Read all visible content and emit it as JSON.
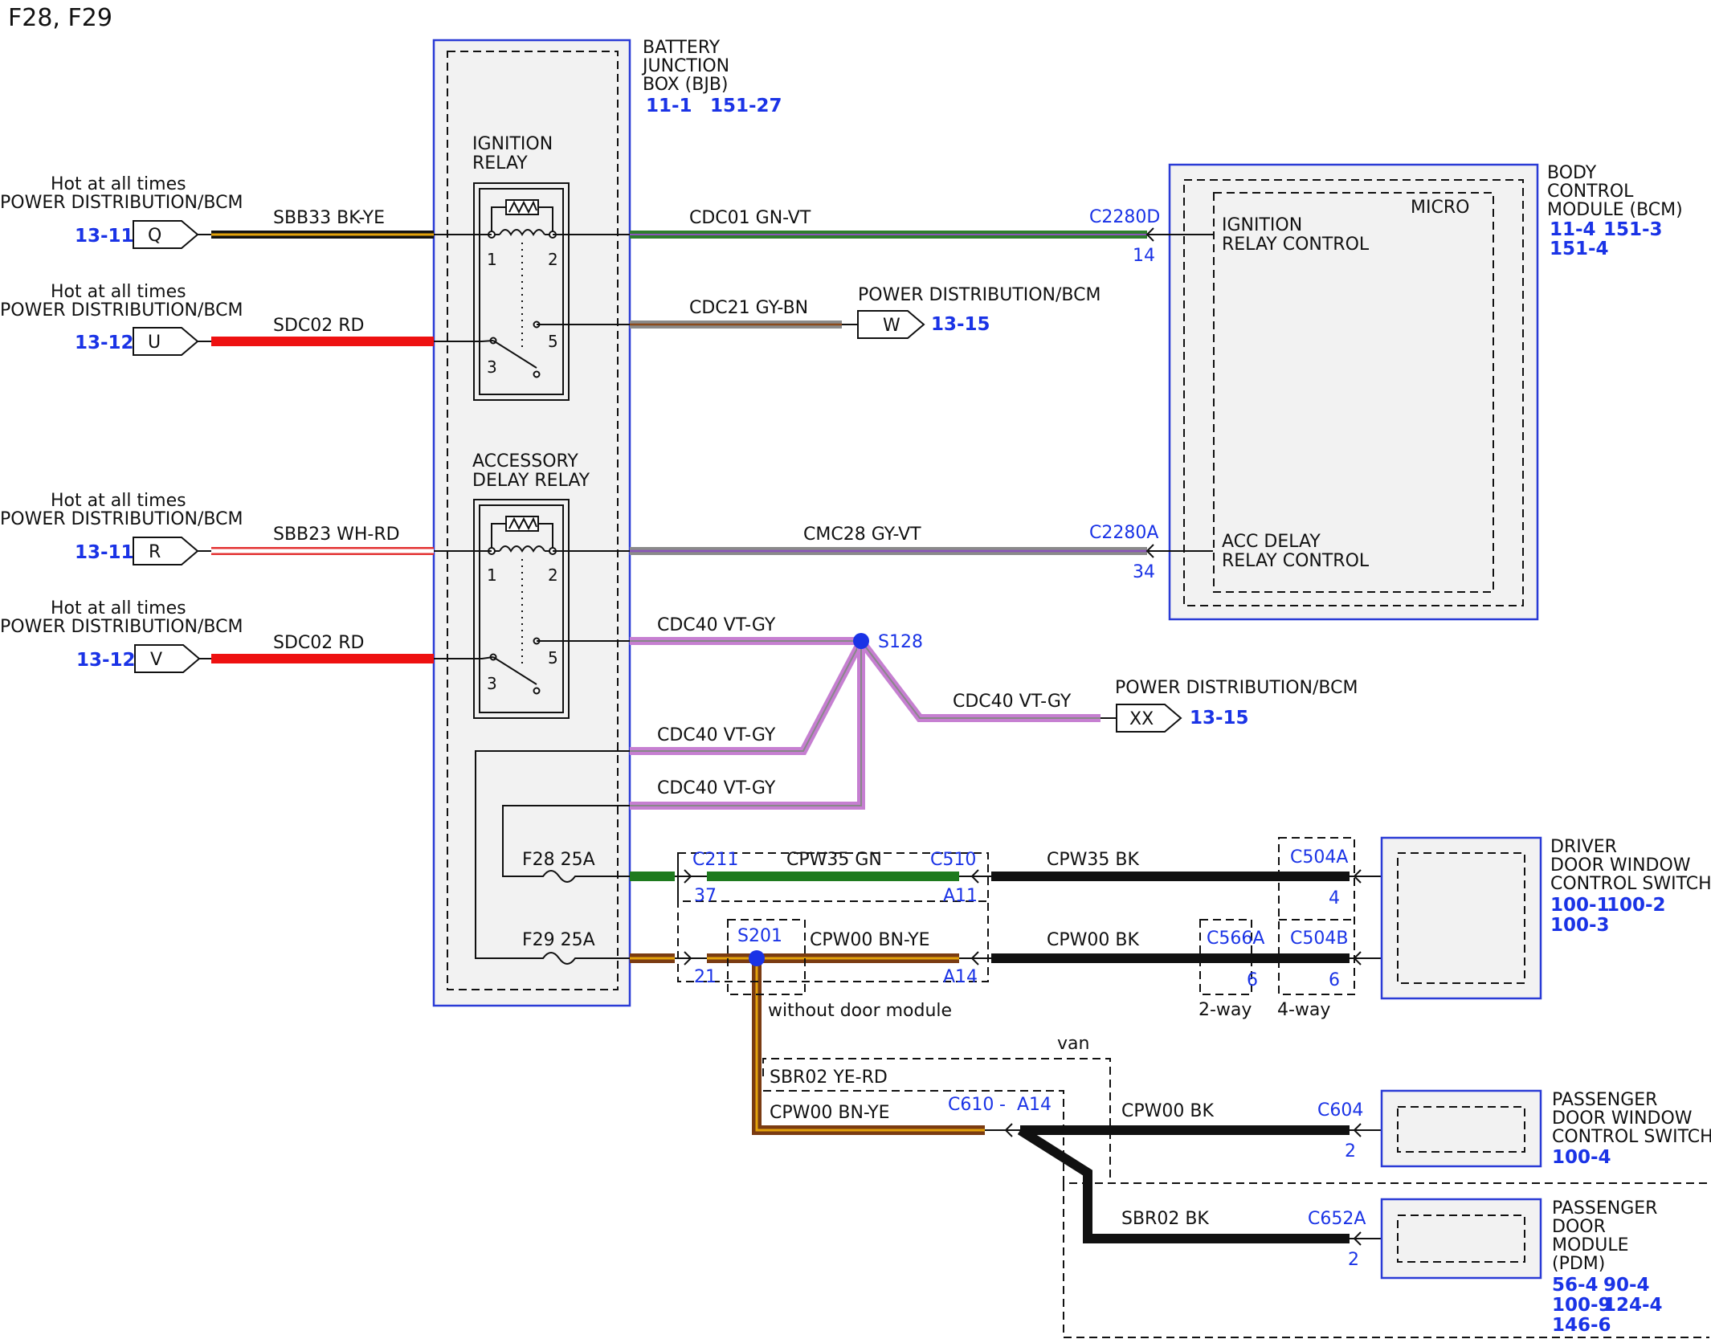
{
  "title": "F28, F29",
  "bjb": {
    "line1": "BATTERY",
    "line2": "JUNCTION",
    "line3": "BOX (BJB)",
    "ref1": "11-1",
    "ref2": "151-27"
  },
  "bcm": {
    "line1": "BODY",
    "line2": "CONTROL",
    "line3": "MODULE (BCM)",
    "ref1": "11-4",
    "ref2": "151-3",
    "ref3": "151-4",
    "micro": "MICRO",
    "ign_line1": "IGNITION",
    "ign_line2": "RELAY CONTROL",
    "acc_line1": "ACC DELAY",
    "acc_line2": "RELAY CONTROL",
    "conn_d": "C2280D",
    "pin_d": "14",
    "conn_a": "C2280A",
    "pin_a": "34"
  },
  "ign_relay": {
    "line1": "IGNITION",
    "line2": "RELAY",
    "p1": "1",
    "p2": "2",
    "p3": "3",
    "p5": "5"
  },
  "acc_relay": {
    "line1": "ACCESSORY",
    "line2": "DELAY RELAY",
    "p1": "1",
    "p2": "2",
    "p3": "3",
    "p5": "5"
  },
  "inputs": [
    {
      "hot": "Hot at all times",
      "src": "POWER DISTRIBUTION/BCM",
      "ref": "13-11",
      "letter": "Q",
      "wire": "SBB33  BK-YE"
    },
    {
      "hot": "Hot at all times",
      "src": "POWER DISTRIBUTION/BCM",
      "ref": "13-12",
      "letter": "U",
      "wire": "SDC02  RD"
    },
    {
      "hot": "Hot at all times",
      "src": "POWER DISTRIBUTION/BCM",
      "ref": "13-11",
      "letter": "R",
      "wire": "SBB23  WH-RD"
    },
    {
      "hot": "Hot at all times",
      "src": "POWER DISTRIBUTION/BCM",
      "ref": "13-12",
      "letter": "V",
      "wire": "SDC02  RD"
    }
  ],
  "wires": {
    "cdc01": "CDC01  GN-VT",
    "cdc21": "CDC21  GY-BN",
    "cmc28": "CMC28  GY-VT",
    "cdc40a": "CDC40  VT-GY",
    "cdc40b": "CDC40  VT-GY",
    "cdc40c": "CDC40  VT-GY",
    "cdc40d": "CDC40  VT-GY",
    "cpw35gn": "CPW35  GN",
    "cpw35bk": "CPW35  BK",
    "cpw00bnye": "CPW00  BN-YE",
    "cpw00bk": "CPW00  BK",
    "sbr02yerd": "SBR02  YE-RD",
    "cpw00bnye2": "CPW00  BN-YE",
    "cpw00bk2": "CPW00  BK",
    "sbr02bk": "SBR02  BK"
  },
  "pd_w": {
    "label": "POWER DISTRIBUTION/BCM",
    "letter": "W",
    "ref": "13-15"
  },
  "pd_xx": {
    "label": "POWER DISTRIBUTION/BCM",
    "letter": "XX",
    "ref": "13-15"
  },
  "splices": {
    "s128": "S128",
    "s201": "S201"
  },
  "fuses": {
    "f28": "F28  25A",
    "f29": "F29  25A"
  },
  "connectors": {
    "c211": "C211",
    "c211_p1": "37",
    "c211_p2": "21",
    "c510": "C510",
    "c510_p1": "A11",
    "c510_p2": "A14",
    "c504a": "C504A",
    "c504a_p": "4",
    "c504b": "C504B",
    "c504b_p": "6",
    "c566a": "C566A",
    "c566a_p": "6",
    "two_way": "2-way",
    "four_way": "4-way",
    "without": "without door module",
    "van": "van",
    "c610": "C610",
    "dash": "-",
    "a14": "A14",
    "c604": "C604",
    "c604_p": "2",
    "c652a": "C652A",
    "c652a_p": "2"
  },
  "driver": {
    "line1": "DRIVER",
    "line2": "DOOR WINDOW",
    "line3": "CONTROL SWITCH",
    "ref1": "100-1",
    "ref2": "100-2",
    "ref3": "100-3"
  },
  "pass_sw": {
    "line1": "PASSENGER",
    "line2": "DOOR WINDOW",
    "line3": "CONTROL SWITCH",
    "ref1": "100-4"
  },
  "pdm": {
    "line1": "PASSENGER",
    "line2": "DOOR",
    "line3": "MODULE",
    "line4": "(PDM)",
    "ref1": "56-4",
    "ref2": "90-4",
    "ref3": "100-9",
    "ref4": "124-4",
    "ref5": "146-6"
  }
}
